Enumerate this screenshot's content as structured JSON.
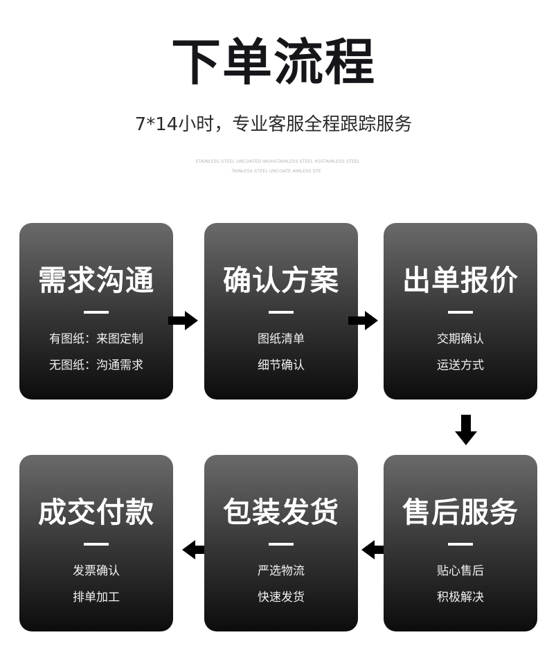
{
  "header": {
    "title": "下单流程",
    "subtitle": "7*14小时，专业客服全程跟踪服务",
    "fine_print_1": "STAINLESS STEEL UNCOATED WOHSTAINLESS STEEL KSSTAINLESS STEEL",
    "fine_print_2": "TAINLESS STEEL UNCOATE AINLESS STE"
  },
  "steps": [
    {
      "title": "需求沟通",
      "line1": "有图纸：来图定制",
      "line2": "无图纸：沟通需求"
    },
    {
      "title": "确认方案",
      "line1": "图纸清单",
      "line2": "细节确认"
    },
    {
      "title": "出单报价",
      "line1": "交期确认",
      "line2": "运送方式"
    },
    {
      "title": "售后服务",
      "line1": "贴心售后",
      "line2": "积极解决"
    },
    {
      "title": "包装发货",
      "line1": "严选物流",
      "line2": "快速发货"
    },
    {
      "title": "成交付款",
      "line1": "发票确认",
      "line2": "排单加工"
    }
  ],
  "colors": {
    "card_top": "#6a6a6a",
    "card_bottom": "#0c0c0c",
    "arrow": "#000000",
    "title_text": "#16161a"
  },
  "icons": [
    "arrow-right-icon",
    "arrow-down-icon",
    "arrow-left-icon"
  ]
}
